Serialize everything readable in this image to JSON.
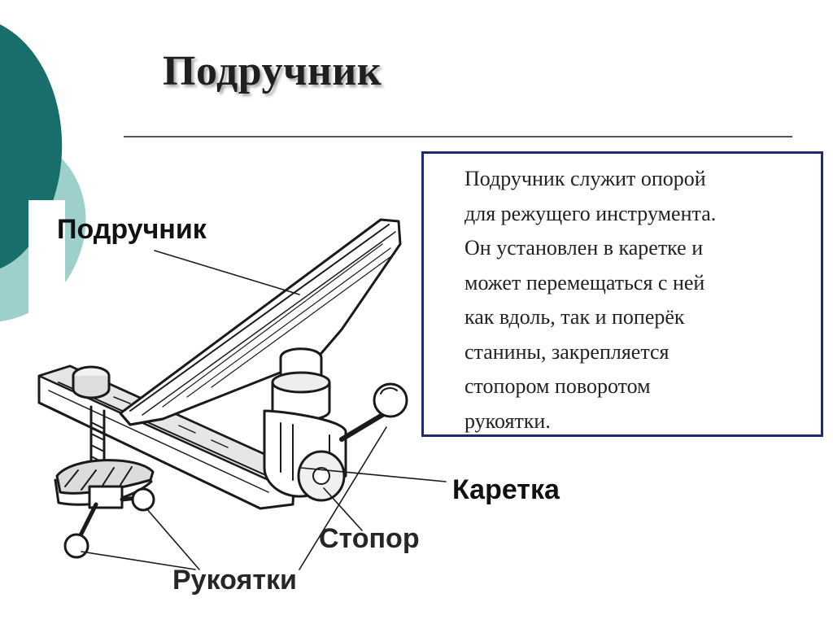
{
  "slide": {
    "title": "Подручник",
    "accent_colors": {
      "dark_teal": "#176e6a",
      "light_teal": "#9dcfcb",
      "box_border": "#1d2c6e"
    }
  },
  "description": {
    "lines": [
      "Подручник служит опорой",
      "для режущего инструмента.",
      "Он установлен в каретке и",
      "может перемещаться с ней",
      "как вдоль, так и поперёк",
      "станины, закрепляется",
      "стопором  поворотом",
      "рукоятки."
    ]
  },
  "diagram": {
    "labels": {
      "tool_rest": "Подручник",
      "carriage": "Каретка",
      "stopper": "Стопор",
      "handles": "Рукоятки"
    }
  }
}
